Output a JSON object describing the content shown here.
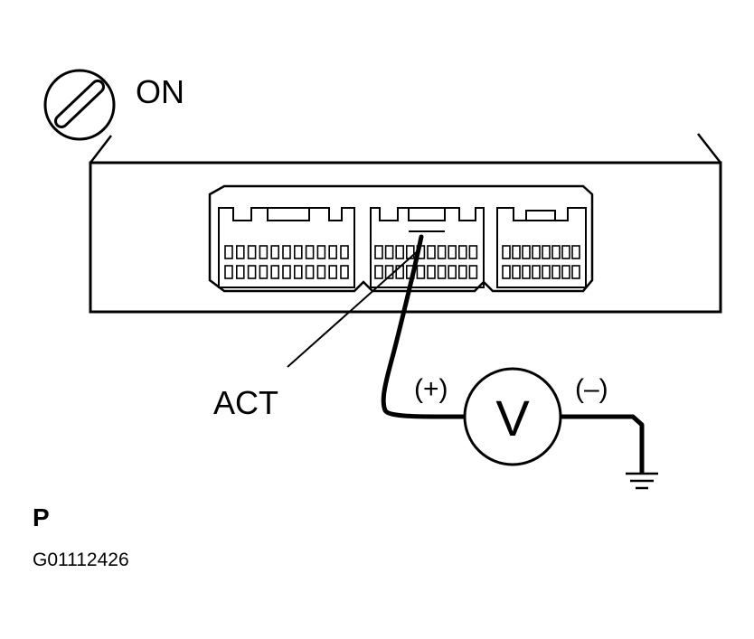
{
  "ignition": {
    "state_label": "ON"
  },
  "terminal": {
    "label": "ACT"
  },
  "meter": {
    "symbol": "V",
    "positive_label": "(+)",
    "negative_label": "(–)"
  },
  "footer": {
    "letter": "P",
    "code": "G01112426"
  }
}
